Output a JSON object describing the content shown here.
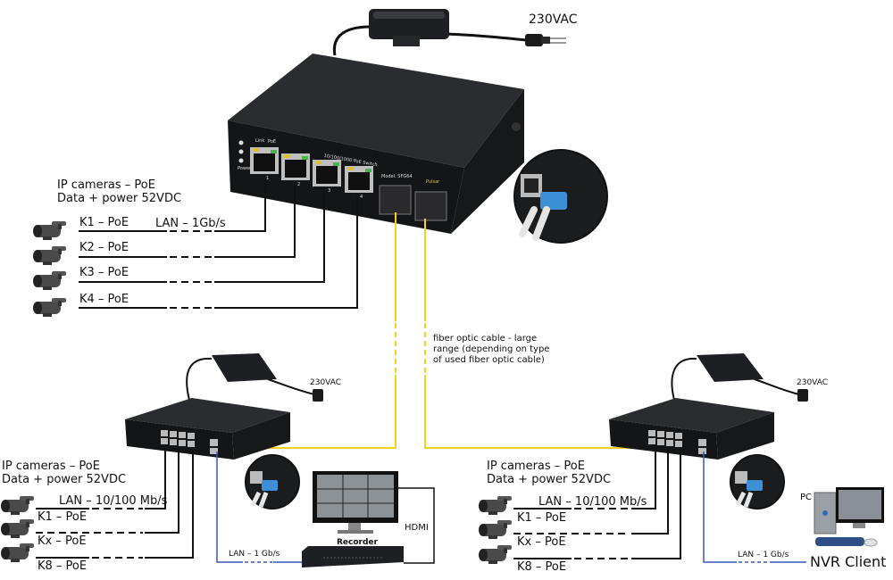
{
  "colors": {
    "fiber": "#f2d21b",
    "lan_blue": "#3a57b5",
    "device": "#1e1f22",
    "cable": "#111111"
  },
  "top": {
    "power_label": "230VAC",
    "switch": {
      "link_label": "Link",
      "poe_label": "PoE",
      "title": "10/100/1000 PoE Switch",
      "model": "Model: SFG64",
      "brand": "Pulsar",
      "ports": [
        "1",
        "2",
        "3",
        "4"
      ],
      "power_led": "Power"
    },
    "cameras_title": "IP cameras – PoE",
    "cameras_subtitle": "Data + power 52VDC",
    "cameras": [
      "K1 – PoE",
      "K2 – PoE",
      "K3 – PoE",
      "K4 – PoE"
    ],
    "lan_label": "LAN – 1Gb/s"
  },
  "fiber": {
    "lines": [
      "fiber optic cable - large",
      "range (depending on type",
      "of used fiber optic cable)"
    ]
  },
  "left": {
    "power_label": "230VAC",
    "cameras_title": "IP cameras – PoE",
    "cameras_subtitle": "Data + power 52VDC",
    "lan_label": "LAN – 10/100 Mb/s",
    "cameras": [
      "K1 – PoE",
      "Kx – PoE",
      "K8 – PoE"
    ],
    "recorder_label": "Recorder",
    "hdmi_label": "HDMI",
    "uplink_label": "LAN – 1 Gb/s"
  },
  "right": {
    "power_label": "230VAC",
    "cameras_title": "IP cameras – PoE",
    "cameras_subtitle": "Data + power 52VDC",
    "lan_label": "LAN – 10/100 Mb/s",
    "cameras": [
      "K1 – PoE",
      "Kx – PoE",
      "K8 – PoE"
    ],
    "pc_label": "PC",
    "client_label": "NVR Client",
    "uplink_label": "LAN – 1 Gb/s"
  }
}
